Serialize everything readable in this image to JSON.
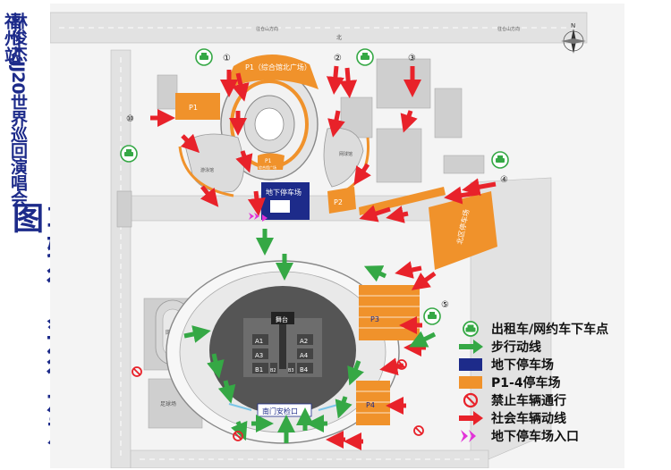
{
  "title": {
    "main": "林俊杰JJ20世界巡回演唱会",
    "sub": "福州站",
    "big": "车辆行人通行示意图"
  },
  "map": {
    "p1_north_label": "P1（综合馆北广场）",
    "p1_west_label": "P1",
    "p1_south_label": "P1",
    "p1_south_sub": "综合馆广场",
    "p2_label": "P2",
    "p3_label": "P3",
    "p4_label": "P4",
    "underground_parking_label": "地下停车场",
    "east_parking_label": "北区停车场",
    "stage_label": "舞台",
    "south_gate_label": "南门安检口",
    "road_top_label": "北",
    "road_top_notes": [
      "往仓山方向",
      "往仓山方向"
    ],
    "venue_swim": "游泳馆",
    "venue_tennis": "网球馆",
    "venue_track": "田径场",
    "venue_football": "足球场",
    "route_numbers": [
      "①",
      "②",
      "③",
      "④",
      "⑤",
      "⑩"
    ],
    "north_symbol": "N",
    "zone_labels": [
      "A1",
      "A2",
      "A3",
      "A4",
      "B1",
      "B2",
      "B3",
      "B4"
    ]
  },
  "legend": {
    "items": [
      {
        "key": "taxi",
        "label": "出租车/网约车下车点",
        "icon": "taxi-icon"
      },
      {
        "key": "walk",
        "label": "步行动线",
        "icon": "green-arrow-icon"
      },
      {
        "key": "underground",
        "label": "地下停车场",
        "icon": "blue-rect-icon"
      },
      {
        "key": "parking",
        "label": "P1-4停车场",
        "icon": "orange-rect-icon"
      },
      {
        "key": "noentry",
        "label": "禁止车辆通行",
        "icon": "no-entry-icon"
      },
      {
        "key": "car",
        "label": "社会车辆动线",
        "icon": "red-arrow-icon"
      },
      {
        "key": "entrance",
        "label": "地下停车场入口",
        "icon": "magenta-chevron-icon"
      }
    ]
  },
  "colors": {
    "title": "#1d2b8a",
    "orange": "#f0922b",
    "blue": "#1d2b8a",
    "green": "#35a845",
    "red": "#e8222a",
    "magenta": "#e233d8",
    "road": "#e7e7e7",
    "block": "#c9c9c9"
  }
}
